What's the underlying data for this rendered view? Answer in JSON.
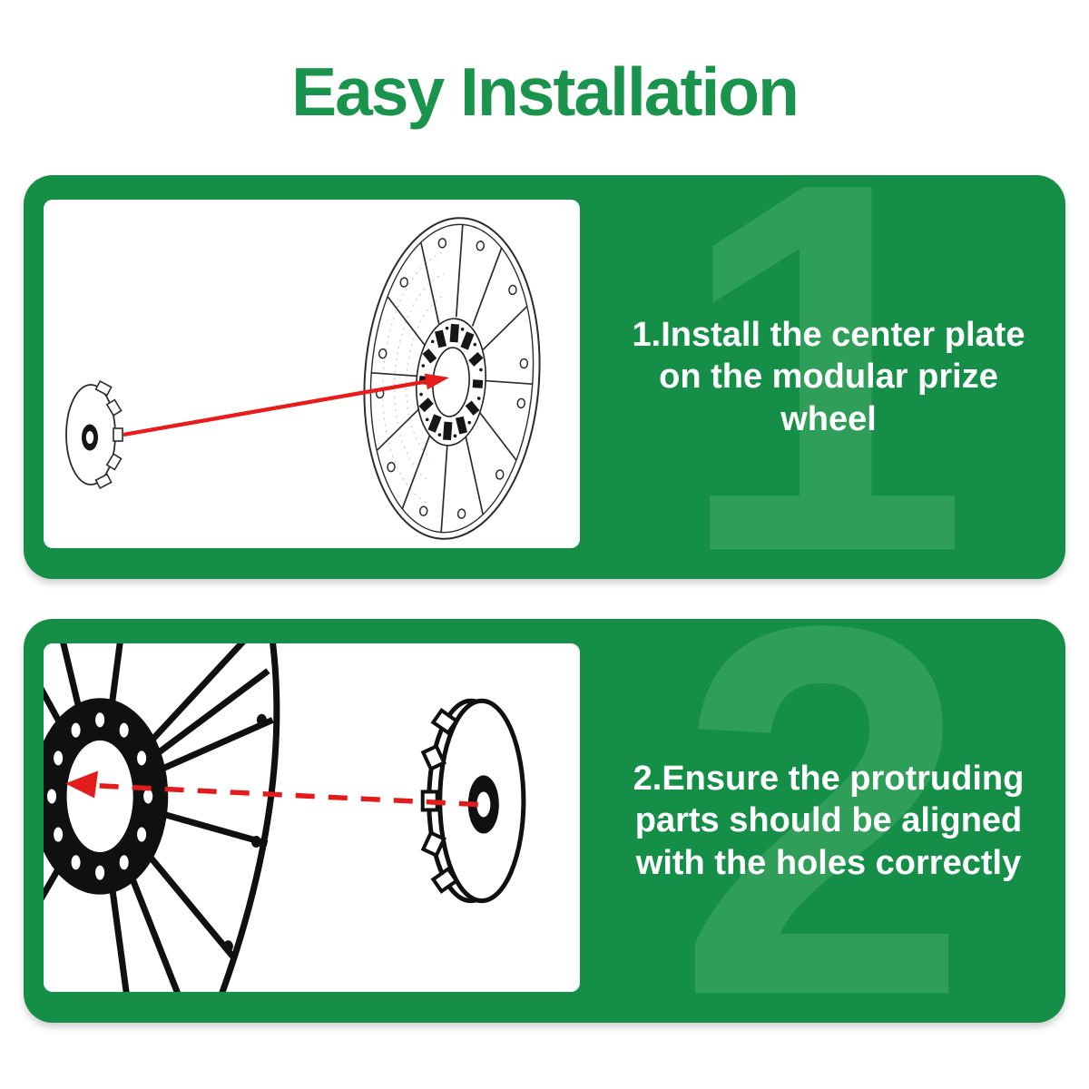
{
  "title": {
    "text": "Easy Installation",
    "color": "#1a944d"
  },
  "colors": {
    "panel_green": "#158f47",
    "watermark_green": "#2f9e59",
    "caption_white": "#ffffff",
    "arrow_red": "#e81c1c",
    "drawing_black": "#161616",
    "background": "#ffffff"
  },
  "steps": [
    {
      "watermark": "1",
      "text": "1.Install the center plate on the modular prize wheel",
      "illustration": "center plate with solid red arrow pointing to the hub of the modular prize wheel"
    },
    {
      "watermark": "2",
      "text": "2.Ensure the protruding parts should be aligned with the holes correctly",
      "illustration": "dashed red arrow from center plate to the wheel hub holes (close-up)"
    }
  ]
}
